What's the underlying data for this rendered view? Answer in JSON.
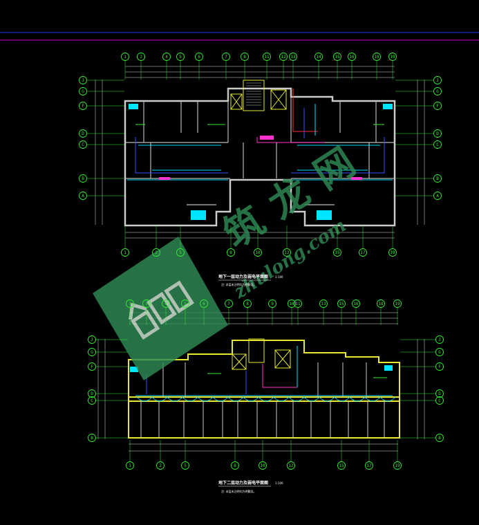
{
  "drawing": {
    "plan1": {
      "title": "地下一层动力及弱电平面图",
      "scale": "1:100",
      "note": "注: 本层未注明均为明敷设。",
      "top_axes": [
        "1",
        "2",
        "4",
        "5",
        "6",
        "7",
        "8",
        "11",
        "12",
        "13",
        "14",
        "15",
        "16",
        "18",
        "19"
      ],
      "bottom_axes": [
        "1",
        "2",
        "5",
        "8",
        "10",
        "12",
        "15",
        "17",
        "19"
      ],
      "side_axes": [
        "J",
        "G",
        "F",
        "D",
        "C",
        "B",
        "A"
      ]
    },
    "plan2": {
      "title": "地下二层动力及弱电平面图",
      "scale": "1:100",
      "note": "注: 本层未注明均为明敷设。",
      "top_axes": [
        "1",
        "2",
        "4",
        "5",
        "6",
        "7",
        "8",
        "9",
        "10",
        "11",
        "13",
        "15",
        "16",
        "18",
        "19"
      ],
      "bottom_axes": [
        "1",
        "2",
        "5",
        "8",
        "10",
        "12",
        "15",
        "17",
        "19"
      ],
      "side_axes": [
        "J",
        "G",
        "F",
        "D",
        "C",
        "B"
      ]
    }
  },
  "watermark": {
    "chars": "筑龙网",
    "logo_text": "筑龍",
    "url": "zhulong.com"
  },
  "colors": {
    "background": "#000000",
    "wall": "#cccccc",
    "wall_yellow": "#e8e830",
    "axis_green": "#33ee33",
    "cyan": "#00e5ff",
    "magenta": "#ff33cc",
    "blue": "#3355ff",
    "red": "#ff3030",
    "border_blue": "#2233ff",
    "border_magenta": "#cc00cc"
  }
}
